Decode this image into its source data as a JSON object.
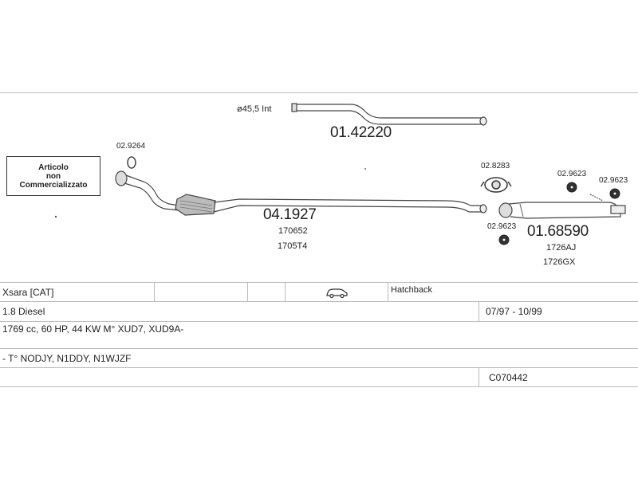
{
  "parts": {
    "tailpipe_spec": "ø45,5  Int",
    "tailpipe_code": "01.42220",
    "front_clamp_code": "02.9264",
    "middle_pipe_code": "04.1927",
    "middle_pipe_ref1": "170652",
    "middle_pipe_ref2": "1705T4",
    "clamp_code_top": "02.8283",
    "hanger_code_a": "02.9623",
    "hanger_code_b": "02.9623",
    "hanger_code_c": "02.9623",
    "rear_silencer_code": "01.68590",
    "rear_silencer_ref1": "1726AJ",
    "rear_silencer_ref2": "1726GX",
    "not_sold_note": [
      "Articolo",
      "non",
      "Commercializzato"
    ]
  },
  "vehicle": {
    "model": "Xsara  [CAT]",
    "body": "Hatchback",
    "engine": "1.8 Diesel",
    "years": "07/97 - 10/99",
    "specs": "1769 cc, 60 HP, 44 KW M° XUD7, XUD9A-",
    "types": "- T° NODJY, N1DDY, N1WJZF",
    "catalog_code": "C070442"
  }
}
